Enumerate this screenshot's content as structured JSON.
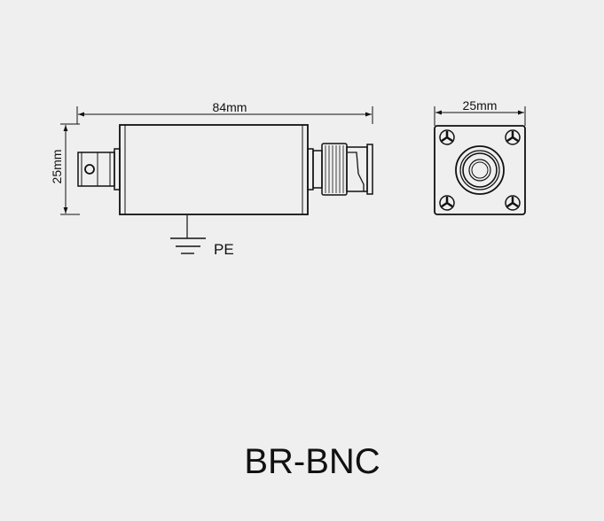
{
  "side_view": {
    "length_label": "84mm",
    "height_label": "25mm",
    "ground_label": "PE"
  },
  "end_view": {
    "width_label": "25mm"
  },
  "model": "BR-BNC"
}
